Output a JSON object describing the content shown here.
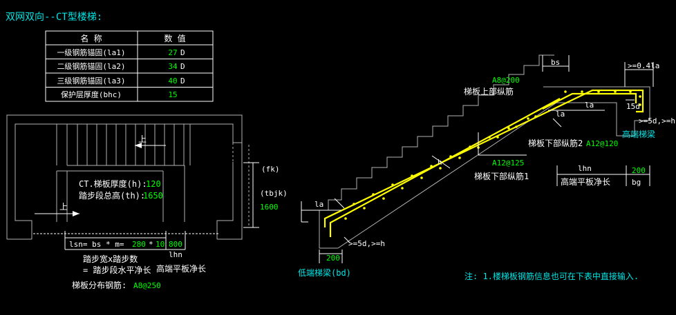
{
  "title": "双网双向--CT型楼梯:",
  "table": {
    "header": [
      "名 称",
      "数 值"
    ],
    "rows": [
      {
        "name": "一级钢筋锚固(la1)",
        "value": "27",
        "unit": "D"
      },
      {
        "name": "二级钢筋锚固(la2)",
        "value": "34",
        "unit": "D"
      },
      {
        "name": "三级钢筋锚固(la3)",
        "value": "40",
        "unit": "D"
      },
      {
        "name": "保护层厚度(bhc)",
        "value": "15",
        "unit": ""
      }
    ]
  },
  "plan": {
    "up_label_top": "上",
    "up_label_bottom": "上",
    "thickness_label": "CT.梯板厚度(h):",
    "thickness_value": "120",
    "height_label": "踏步段总高(th):",
    "height_value": "1650",
    "fk_label": "(fk)",
    "tbjk_label": "(tbjk)",
    "tbjk_value": "1600",
    "lsn_prefix": "lsn= bs * m=",
    "bs_value": "280",
    "times": "*",
    "m_value": "10",
    "lhn_value": "800",
    "lhn_label": "lhn",
    "note_line1": "踏步宽x踏步数",
    "note_line2": "= 踏步段水平净长",
    "high_platform_label": "高端平板净长",
    "dist_label": "梯板分布钢筋:",
    "dist_value": "A8@250"
  },
  "section": {
    "bs_label": "bs",
    "anchor_04la": ">=0.4la",
    "upper_rebar_value": "A8@200",
    "upper_rebar_label": "梯板上部纵筋",
    "la_label": "la",
    "d15_label": "15d",
    "ge5d_h_right": ">=5d,>=h",
    "high_beam_label": "高端梯梁",
    "lower2_label": "梯板下部纵筋2",
    "lower2_value": "A12@120",
    "lower1_value": "A12@125",
    "lower1_label": "梯板下部纵筋1",
    "h_label": "h",
    "lhn_label": "lhn",
    "lhn_value": "200",
    "bg_label": "bg",
    "high_platform_label": "高端平板净长",
    "ge5d_h_left": ">=5d,>=h",
    "bd_value": "200",
    "low_beam_label": "低端梯梁(bd)",
    "note": "注: 1.楼梯板钢筋信息也可在下表中直接输入."
  }
}
